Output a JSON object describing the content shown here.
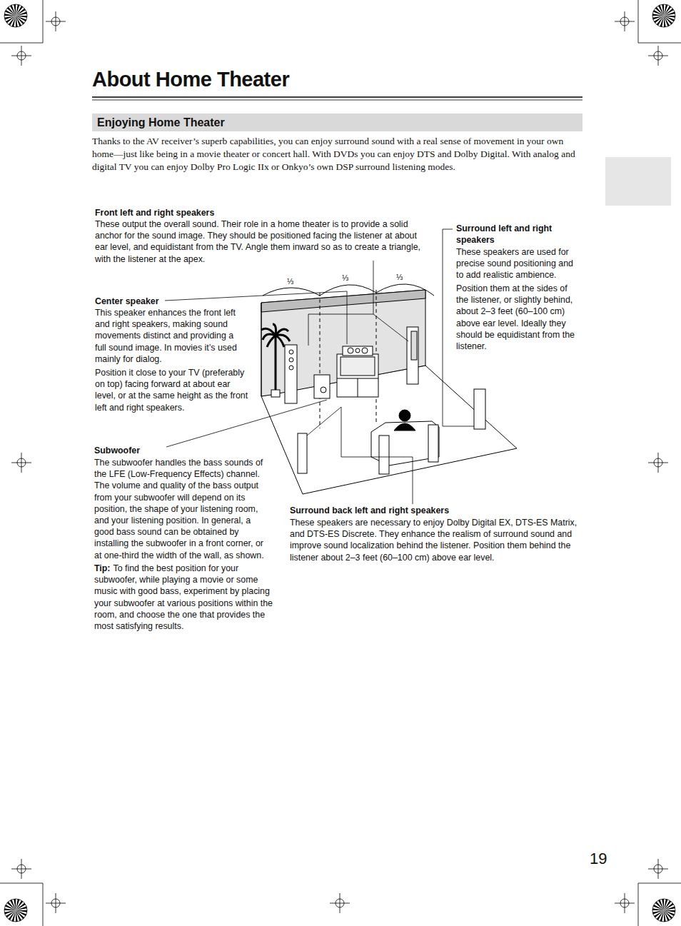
{
  "diagram": {
    "title": "About Home Theater",
    "nodes": [
      {
        "text": [
          "Enjoying Home Theater"
        ]
      }
    ],
    "labels": [
      "Thanks to the AV receiver’s superb capabilities, you can enjoy surround sound with a real sense of movement in your own home—just like being in a movie theater or concert hall. With DVDs you can enjoy DTS and Dolby Digital. With analog and digital TV you can enjoy Dolby Pro Logic IIx or Onkyo’s own DSP surround listening modes.",
      "Front left and right speakers",
      "These output the overall sound. Their role in a home theater is to provide a solid anchor for the sound image. They should be positioned facing the listener at about ear level, and equidistant from the TV. Angle them inward so as to create a triangle, with the listener at the apex.",
      "Center speaker",
      "This speaker enhances the front left and right speakers, making sound movements distinct and providing a full sound image. In movies it’s used mainly for dialog.",
      "Position it close to your TV (preferably on top) facing forward at about ear level, or at the same height as the front left and right speakers.",
      "Subwoofer",
      "The subwoofer handles the bass sounds of the LFE (Low-Frequency Effects) channel. The volume and quality of the bass output from your subwoofer will depend on its position, the shape of your listening room, and your listening position. In general, a good bass sound can be obtained by installing the subwoofer in a front corner, or at one-third the width of the wall, as shown.",
      "Tip:",
      "To find the best position for your subwoofer, while playing a movie or some music with good bass, experiment by placing your subwoofer at various positions within the room, and choose the one that provides the most satisfying results.",
      "Surround left and right speakers",
      "These speakers are used for precise sound positioning and to add realistic ambience.",
      "Position them at the sides of the listener, or slightly behind, about 2–3 feet (60–100 cm) above ear level. Ideally they should be equidistant from the listener.",
      "Surround back left and right speakers",
      "These speakers are necessary to enjoy Dolby Digital EX, DTS-ES Matrix, and DTS-ES Discrete. They enhance the realism of surround sound and improve sound localization behind the listener. Position them behind the listener about 2–3 feet (60–100 cm) above ear level.",
      "⅓",
      "⅓",
      "⅓",
      "19"
    ]
  }
}
